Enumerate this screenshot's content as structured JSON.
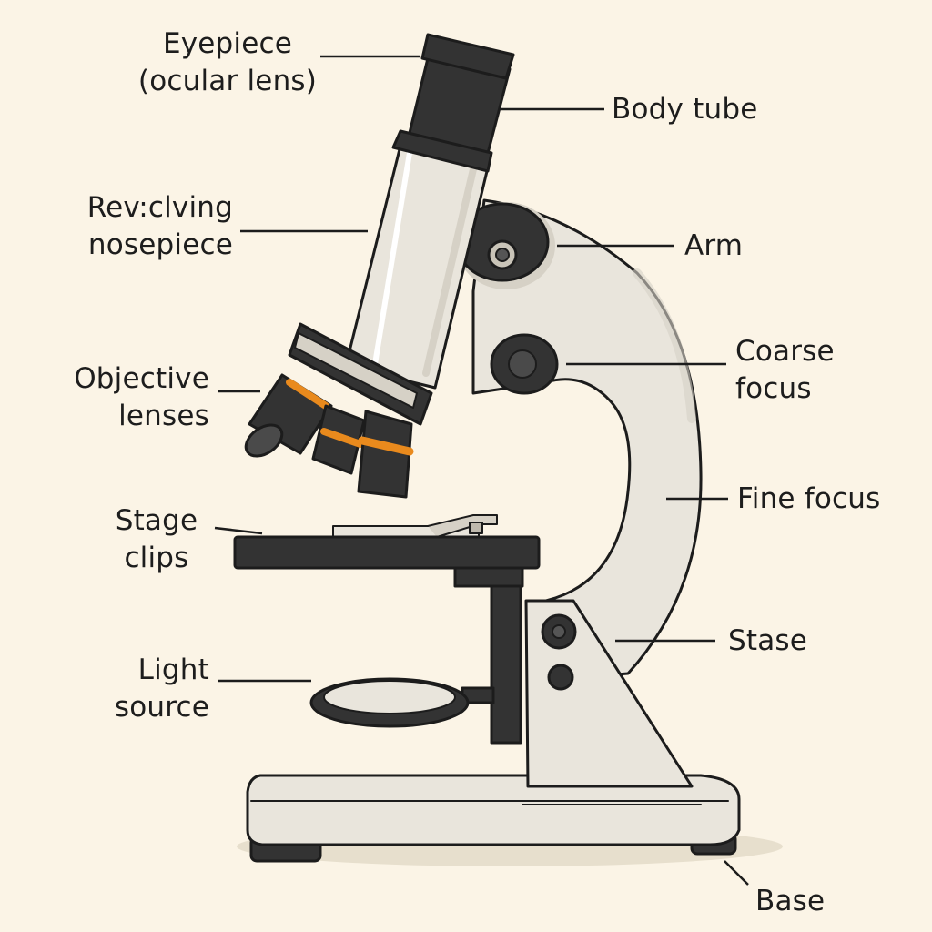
{
  "colors": {
    "background": "#fbf4e6",
    "body": "#e9e5dc",
    "body_shade": "#d6d1c6",
    "dark": "#333333",
    "outline": "#1c1c1c",
    "lens_band": "#e98a1d"
  },
  "labels": {
    "eyepiece": {
      "line1": "Eyepiece",
      "line2": "(ocular lens)"
    },
    "body_tube": "Body tube",
    "revolving_nosepiece": {
      "line1": "Rev:clving",
      "line2": "nosepiece"
    },
    "arm": "Arm",
    "objective_lenses": {
      "line1": "Objective",
      "line2": "lenses"
    },
    "coarse_focus": {
      "line1": "Coarse",
      "line2": "focus"
    },
    "fine_focus": "Fine focus",
    "stage_clips": {
      "line1": "Stage",
      "line2": "clips"
    },
    "stase": "Stase",
    "light_source": {
      "line1": "Light",
      "line2": "source"
    },
    "base": "Base"
  }
}
